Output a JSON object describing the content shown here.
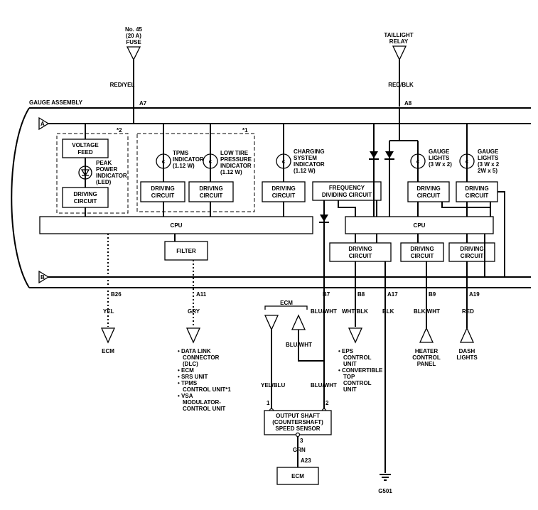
{
  "title": "GAUGE ASSEMBLY",
  "sources": {
    "fuse": [
      "No. 45",
      "(20 A)",
      "FUSE"
    ],
    "fuse_wire": "RED/YEL",
    "fuse_pin": "A7",
    "taillight": [
      "TAILLIGHT",
      "RELAY"
    ],
    "taillight_wire": "RED/BLK",
    "taillight_pin": "A8"
  },
  "buses": {
    "a": "A",
    "b": "B"
  },
  "notes": {
    "n2": "*2",
    "n1": "*1"
  },
  "components": {
    "voltage_feed": [
      "VOLTAGE",
      "FEED"
    ],
    "peak_power": [
      "PEAK",
      "POWER",
      "INDICATOR",
      "(LED)"
    ],
    "tpms": [
      "TPMS",
      "INDICATOR",
      "(1.12 W)"
    ],
    "low_tire": [
      "LOW TIRE",
      "PRESSURE",
      "INDICATOR",
      "(1.12 W)"
    ],
    "charging": [
      "CHARGING",
      "SYSTEM",
      "INDICATOR",
      "(1.12 W)"
    ],
    "gauge1": [
      "GAUGE",
      "LIGHTS",
      "(3 W x 2)"
    ],
    "gauge2": [
      "GAUGE",
      "LIGHTS",
      "(3 W x 2",
      "2W x 5)"
    ],
    "driving": [
      "DRIVING",
      "CIRCUIT"
    ],
    "freq": [
      "FREQUENCY",
      "DIVIDING CIRCUIT"
    ],
    "cpu": "CPU",
    "filter": "FILTER",
    "bulb": "c"
  },
  "terminals": [
    {
      "pin": "B26",
      "wire": "YEL"
    },
    {
      "pin": "A11",
      "wire": "GRY"
    },
    {
      "pin": "B7",
      "wire": "BLU/WHT"
    },
    {
      "pin": "B8",
      "wire": "WHT/BLK"
    },
    {
      "pin": "A17",
      "wire": "BLK"
    },
    {
      "pin": "B9",
      "wire": "BLK/WHT"
    },
    {
      "pin": "A19",
      "wire": "RED"
    }
  ],
  "destinations": {
    "ecm": "ECM",
    "gry_list": [
      "• DATA LINK",
      "CONNECTOR",
      "(DLC)",
      "• ECM",
      "• SRS UNIT",
      "• TPMS",
      "CONTROL UNIT*1",
      "• VSA",
      "MODULATOR-",
      "CONTROL UNIT"
    ],
    "ecm_group": "ECM",
    "ecm_loop_wire": "BLU/WHT",
    "eps_list": [
      "• EPS",
      "CONTROL",
      "UNIT",
      "• CONVERTIBLE",
      "TOP",
      "CONTROL",
      "UNIT"
    ],
    "heater": [
      "HEATER",
      "CONTROL",
      "PANEL"
    ],
    "dash": [
      "DASH",
      "LIGHTS"
    ],
    "ground": "G501"
  },
  "sensor": {
    "wire_left": "YEL/BLU",
    "wire_right": "BLU/WHT",
    "pin1": "1",
    "pin2": "2",
    "label": [
      "OUTPUT SHAFT",
      "(COUNTERSHAFT)",
      "SPEED SENSOR"
    ],
    "pin3": "3",
    "wire_bottom": "GRN",
    "pin_bottom": "A23",
    "ecm": "ECM"
  }
}
